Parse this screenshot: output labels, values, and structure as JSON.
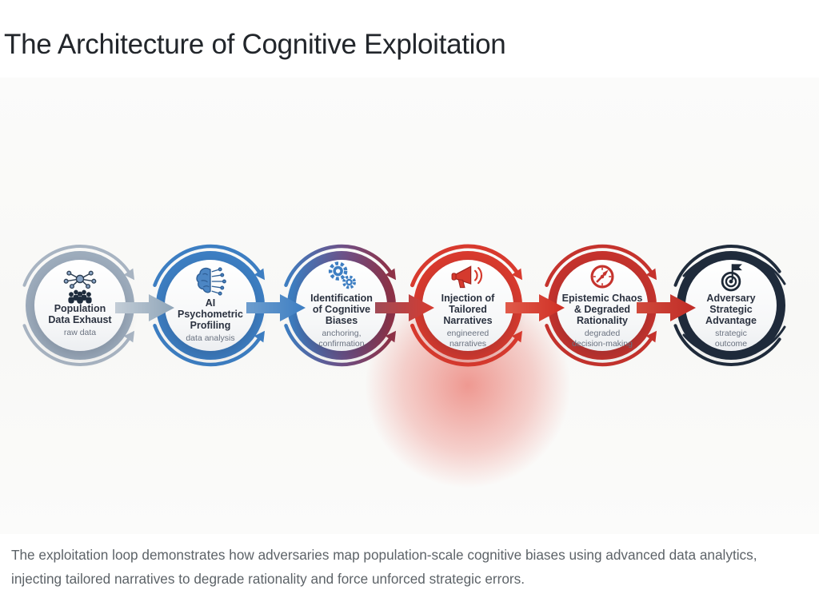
{
  "page": {
    "title": "The Architecture of Cognitive Exploitation",
    "caption": "The exploitation loop demonstrates how adversaries map population-scale cognitive biases using advanced data analytics, injecting tailored narratives to degrade rationality and force unforced strategic errors."
  },
  "diagram": {
    "stages": [
      {
        "title": "Population\nData Exhaust",
        "subtitle": "raw data",
        "icon": "network-people-icon",
        "ring_color": "#9dacbc"
      },
      {
        "title": "AI\nPsychometric\nProfiling",
        "subtitle": "data analysis",
        "icon": "brain-circuit-icon",
        "ring_color": "#3d7ec2"
      },
      {
        "title": "Identification\nof Cognitive\nBiases",
        "subtitle": "anchoring,\nconfirmation",
        "icon": "gears-icon",
        "ring_color": "gradient #3e7ec1 to #8e3247"
      },
      {
        "title": "Injection of\nTailored\nNarratives",
        "subtitle": "engineered\nnarratives",
        "icon": "megaphone-icon",
        "ring_color": "#d83a2e",
        "glow_color": "#e4392c"
      },
      {
        "title": "Epistemic Chaos\n& Degraded\nRationality",
        "subtitle": "degraded\ndecision-making",
        "icon": "compass-icon",
        "ring_color": "#c5332d"
      },
      {
        "title": "Adversary\nStrategic\nAdvantage",
        "subtitle": "strategic\noutcome",
        "icon": "target-flag-icon",
        "ring_color": "#202c3c"
      }
    ],
    "connector_colors": [
      "#93a7bb",
      "#3d7ec2",
      "#c0392f",
      "#d63b30",
      "#c23430"
    ]
  }
}
